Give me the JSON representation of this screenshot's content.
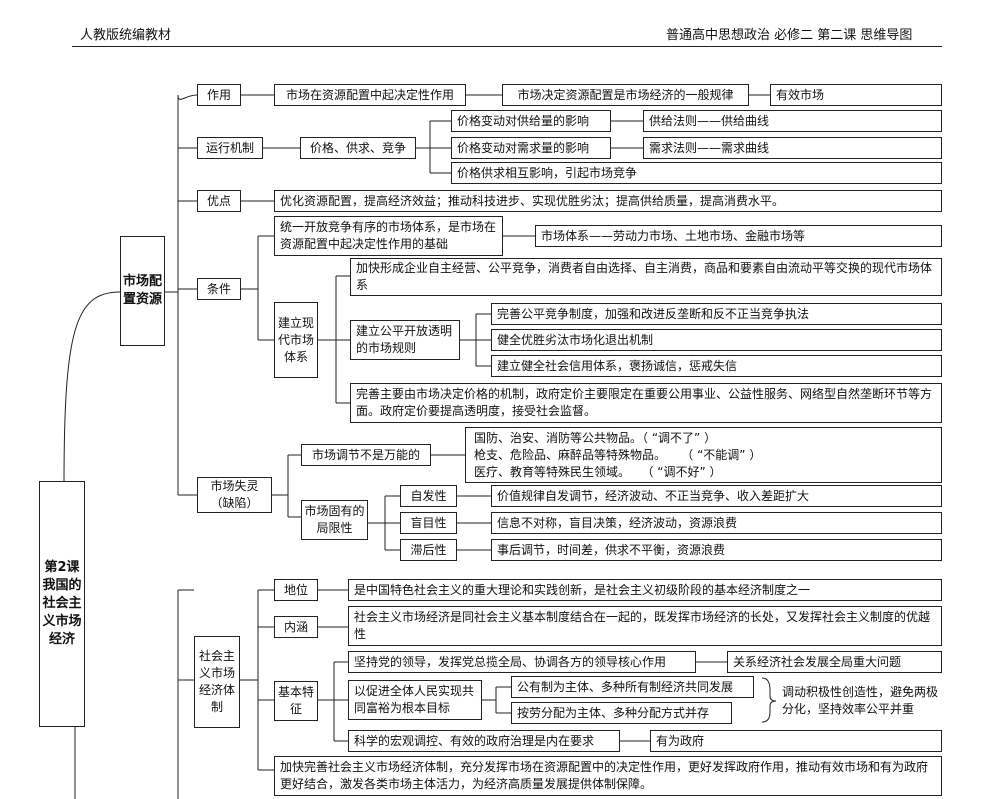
{
  "header": {
    "left": "人教版统编教材",
    "right": "普通高中思想政治 必修二 第二课 思维导图"
  },
  "root": "第2课我国的社会主义市场经济",
  "branch1": {
    "title": "市场配置资源",
    "role": {
      "label": "作用",
      "c1": "市场在资源配置中起决定性作用",
      "c2": "市场决定资源配置是市场经济的一般规律",
      "c3": "有效市场"
    },
    "mechanism": {
      "label": "运行机制",
      "mid": "价格、供求、竞争",
      "items": [
        "价格变动对供给量的影响",
        "价格变动对需求量的影响",
        "价格供求相互影响，引起市场竞争"
      ],
      "laws": [
        "供给法则——供给曲线",
        "需求法则——需求曲线"
      ]
    },
    "advantage": {
      "label": "优点",
      "text": "优化资源配置，提高经济效益；推动科技进步、实现优胜劣汰；提高供给质量，提高消费水平。"
    },
    "condition": {
      "label": "条件",
      "unified": "统一开放竞争有序的市场体系，是市场在资源配置中起决定性作用的基础",
      "system": "市场体系——劳动力市场、土地市场、金融市场等",
      "build": "建立现代市场体系",
      "build_items": {
        "first": "加快形成企业自主经营、公平竞争，消费者自由选择、自主消费，商品和要素自由流动平等交换的现代市场体系",
        "rules": "建立公平开放透明的市场规则",
        "rules_items": [
          "完善公平竞争制度，加强和改进反垄断和反不正当竞争执法",
          "健全优胜劣汰市场化退出机制",
          "建立健全社会信用体系，褒扬诚信，惩戒失信"
        ],
        "last": "完善主要由市场决定价格的机制，政府定价主要限定在重要公用事业、公益性服务、网络型自然垄断环节等方面。政府定价要提高透明度，接受社会监督。"
      }
    },
    "failure": {
      "label": "市场失灵（缺陷）",
      "not_all": "市场调节不是万能的",
      "not_all_lines": [
        "国防、治安、消防等公共物品。（ “调不了” ）",
        "枪支、危险品、麻醉品等特殊物品。    （ “不能调” ）",
        "医疗、教育等特殊民生领域。   （ “调不好” ）"
      ],
      "inherent": "市场固有的局限性",
      "traits": [
        {
          "name": "自发性",
          "desc": "价值规律自发调节，经济波动、不正当竞争、收入差距扩大"
        },
        {
          "name": "盲目性",
          "desc": "信息不对称，盲目决策，经济波动，资源浪费"
        },
        {
          "name": "滞后性",
          "desc": "事后调节，时间差，供求不平衡，资源浪费"
        }
      ]
    }
  },
  "branch2": {
    "title": "社会主义市场经济体制",
    "status": {
      "label": "地位",
      "text": "是中国特色社会主义的重大理论和实践创新，是社会主义初级阶段的基本经济制度之一"
    },
    "connotation": {
      "label": "内涵",
      "text": "社会主义市场经济是同社会主义基本制度结合在一起的，既发挥市场经济的长处，又发挥社会主义制度的优越性"
    },
    "features": {
      "label": "基本特征",
      "party": "坚持党的领导，发挥党总揽全局、协调各方的领导核心作用",
      "party_note": "关系经济社会发展全局重大问题",
      "goal": "以促进全体人民实现共同富裕为根本目标",
      "goal_items": [
        "公有制为主体、多种所有制经济共同发展",
        "按劳分配为主体、多种分配方式并存"
      ],
      "goal_note": "调动积极性创造性，避免两极分化，坚持效率公平并重",
      "macro": "科学的宏观调控、有效的政府治理是内在要求",
      "macro_note": "有为政府"
    },
    "perfect": "加快完善社会主义市场经济体制，充分发挥市场在资源配置中的决定性作用，更好发挥政府作用，推动有效市场和有为政府更好结合，激发各类市场主体活力，为经济高质量发展提供体制保障。"
  },
  "colors": {
    "ink": "#111111",
    "line": "#222222",
    "background": "#ffffff"
  }
}
